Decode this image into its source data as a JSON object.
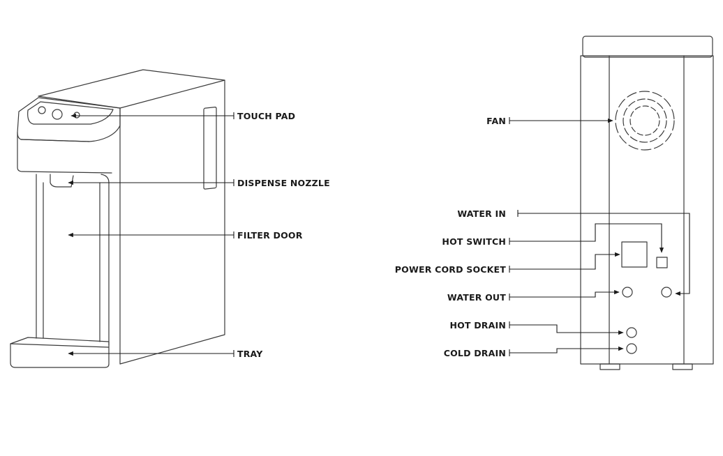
{
  "front_view": {
    "labels": {
      "touch_pad": "TOUCH PAD",
      "dispense_nozzle": "DISPENSE NOZZLE",
      "filter_door": "FILTER DOOR",
      "tray": "TRAY"
    }
  },
  "back_view": {
    "labels": {
      "fan": "FAN",
      "water_in": "WATER IN",
      "hot_switch": "HOT SWITCH",
      "power_cord_socket": "POWER CORD SOCKET",
      "water_out": "WATER OUT",
      "hot_drain": "HOT DRAIN",
      "cold_drain": "COLD DRAIN"
    }
  }
}
